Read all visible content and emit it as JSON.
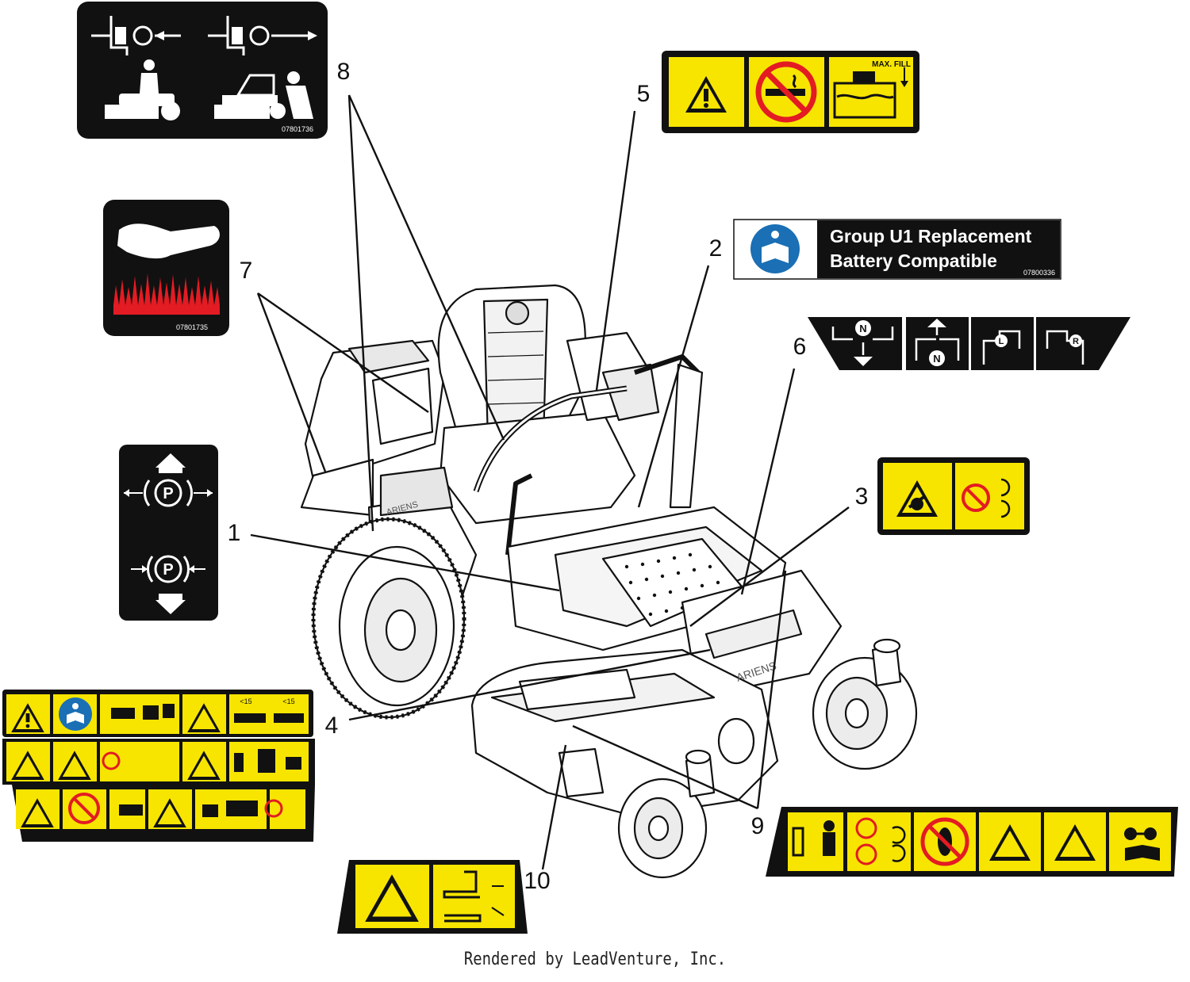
{
  "callouts": [
    {
      "number": "1"
    },
    {
      "number": "2"
    },
    {
      "number": "3"
    },
    {
      "number": "4"
    },
    {
      "number": "5"
    },
    {
      "number": "6"
    },
    {
      "number": "7"
    },
    {
      "number": "8"
    },
    {
      "number": "9"
    },
    {
      "number": "10"
    }
  ],
  "decals": {
    "battery": {
      "line1": "Group U1 Replacement",
      "line2": "Battery Compatible",
      "part": "07800336"
    },
    "bypass": {
      "part": "07801736"
    },
    "hot_surface": {
      "part": "07801735"
    },
    "tank": {
      "max_fill": "MAX. FILL"
    },
    "slope": {
      "left": "<15",
      "right": "<15"
    },
    "direction": {
      "neutral": "N",
      "left": "L",
      "right": "R"
    },
    "brake": {
      "symbol": "P"
    }
  },
  "footer": "Rendered by LeadVenture, Inc.",
  "colors": {
    "safety_yellow": "#f7e500",
    "black": "#111111",
    "red": "#e31b23",
    "blue": "#1a6fb5",
    "white": "#ffffff"
  }
}
